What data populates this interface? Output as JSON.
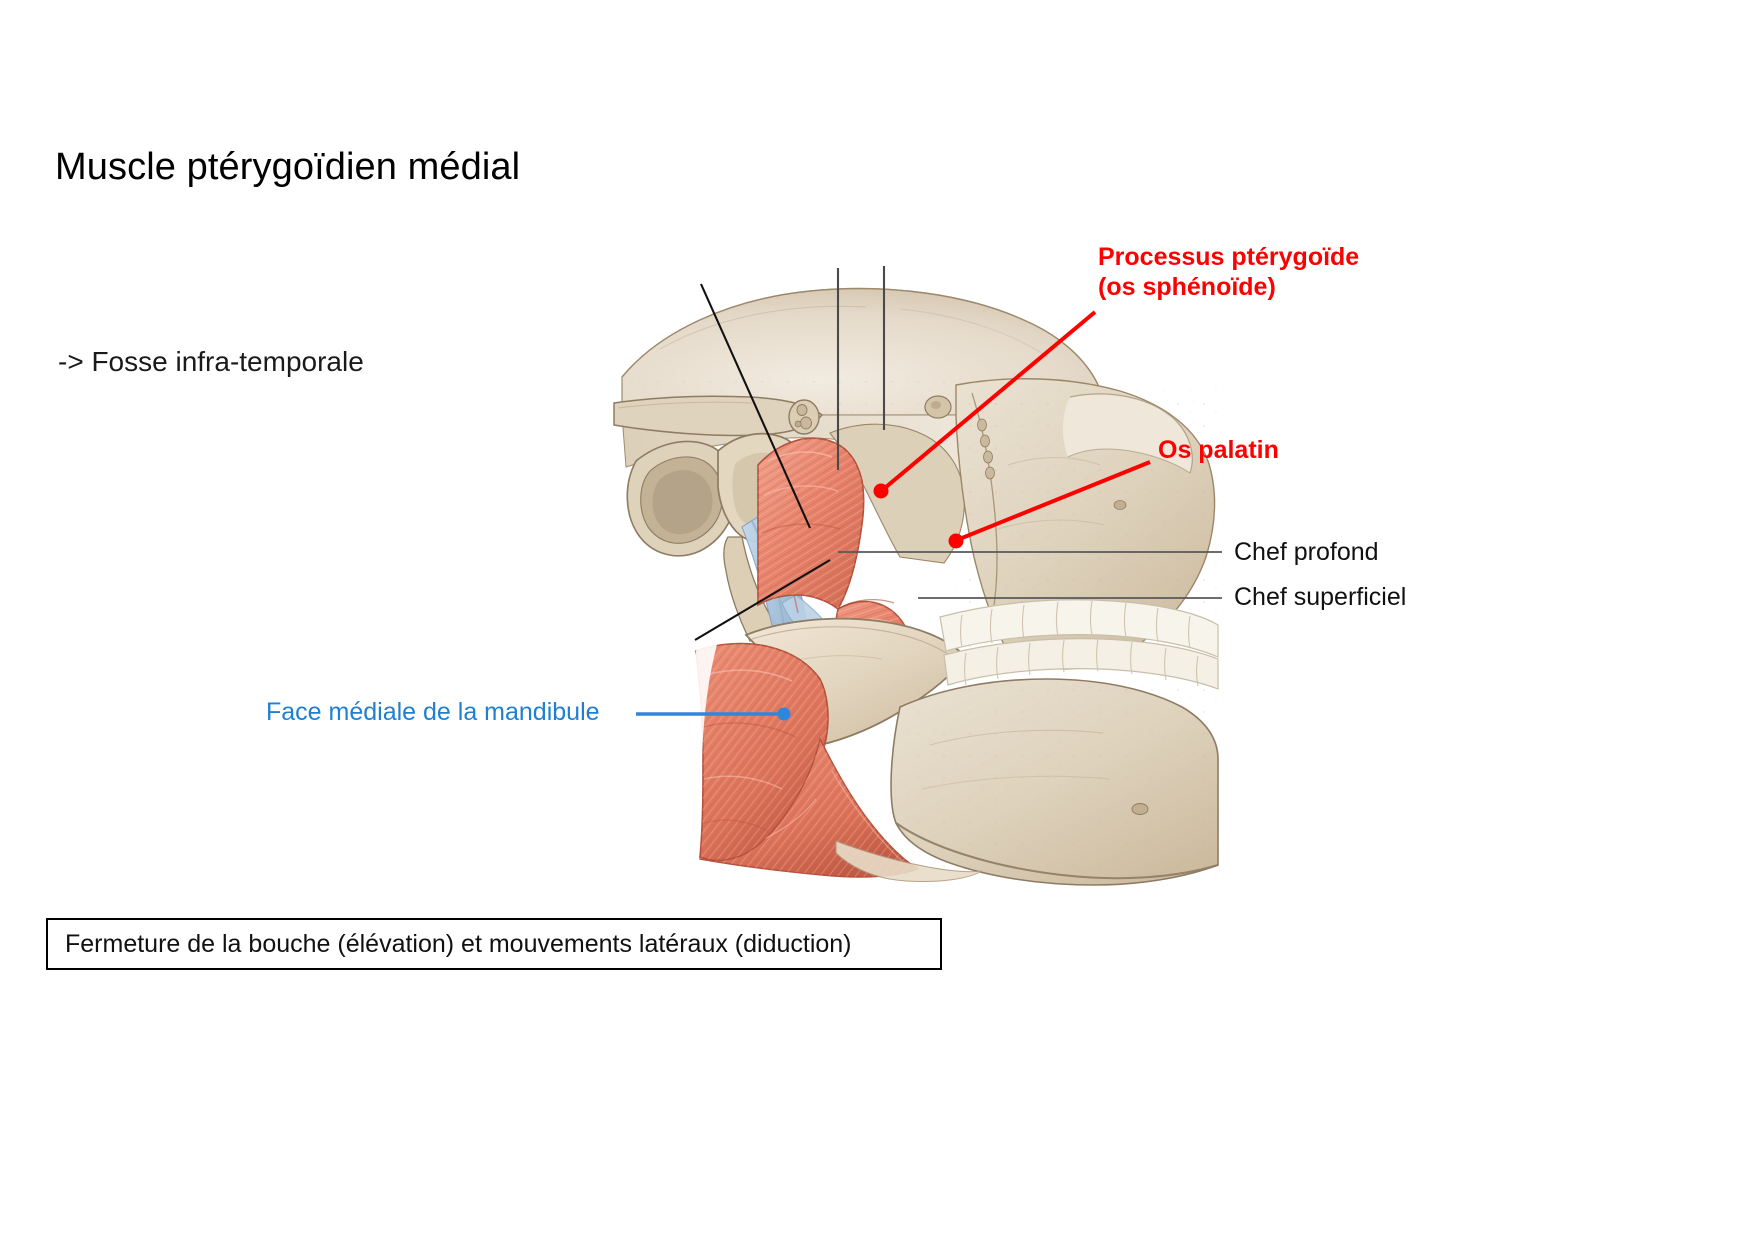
{
  "slide": {
    "title": "Muscle ptérygoïdien médial",
    "left_note": "-> Fosse infra-temporale",
    "caption": "Fermeture de la bouche (élévation) et mouvements latéraux (diduction)"
  },
  "annotations": {
    "processus_pterygoide": {
      "label": "Processus ptérygoïde\n(os sphénoïde)",
      "color": "#FF0000",
      "marker": "red-dot"
    },
    "os_palatin": {
      "label": "Os palatin",
      "color": "#FF0000",
      "marker": "red-dot"
    },
    "chef_profond": {
      "label": "Chef profond",
      "color": "#111111",
      "marker": "leader-line"
    },
    "chef_superficiel": {
      "label": "Chef superficiel",
      "color": "#111111",
      "marker": "leader-line"
    },
    "face_mediale_mandibule": {
      "label": "Face médiale de la mandibule",
      "color": "#1F7FD0",
      "marker": "blue-dot"
    }
  },
  "illustration": {
    "name": "lateral-skull-medial-pterygoid-dissection",
    "palette": {
      "bone_light": "#E6DCCB",
      "bone_mid": "#D6C8B2",
      "bone_shadow": "#BCAA91",
      "bone_outline": "#8D7C63",
      "muscle": "#E8836C",
      "muscle_light": "#F09D88",
      "muscle_dark": "#C9644E",
      "vessel_blue": "#AFC8E0",
      "vessel_blue_dark": "#8FB0CE",
      "teeth": "#F7F4EC",
      "background": "#FFFFFF"
    },
    "structures": [
      "cranial vault",
      "zygomatic arch (cut)",
      "external acoustic meatus",
      "mandibular condyle",
      "maxilla",
      "pterygoid process",
      "medial pterygoid muscle (deep head)",
      "medial pterygoid muscle (superficial head)",
      "mandibular ramus (medial surface)",
      "maxillary teeth",
      "mandibular body"
    ]
  }
}
